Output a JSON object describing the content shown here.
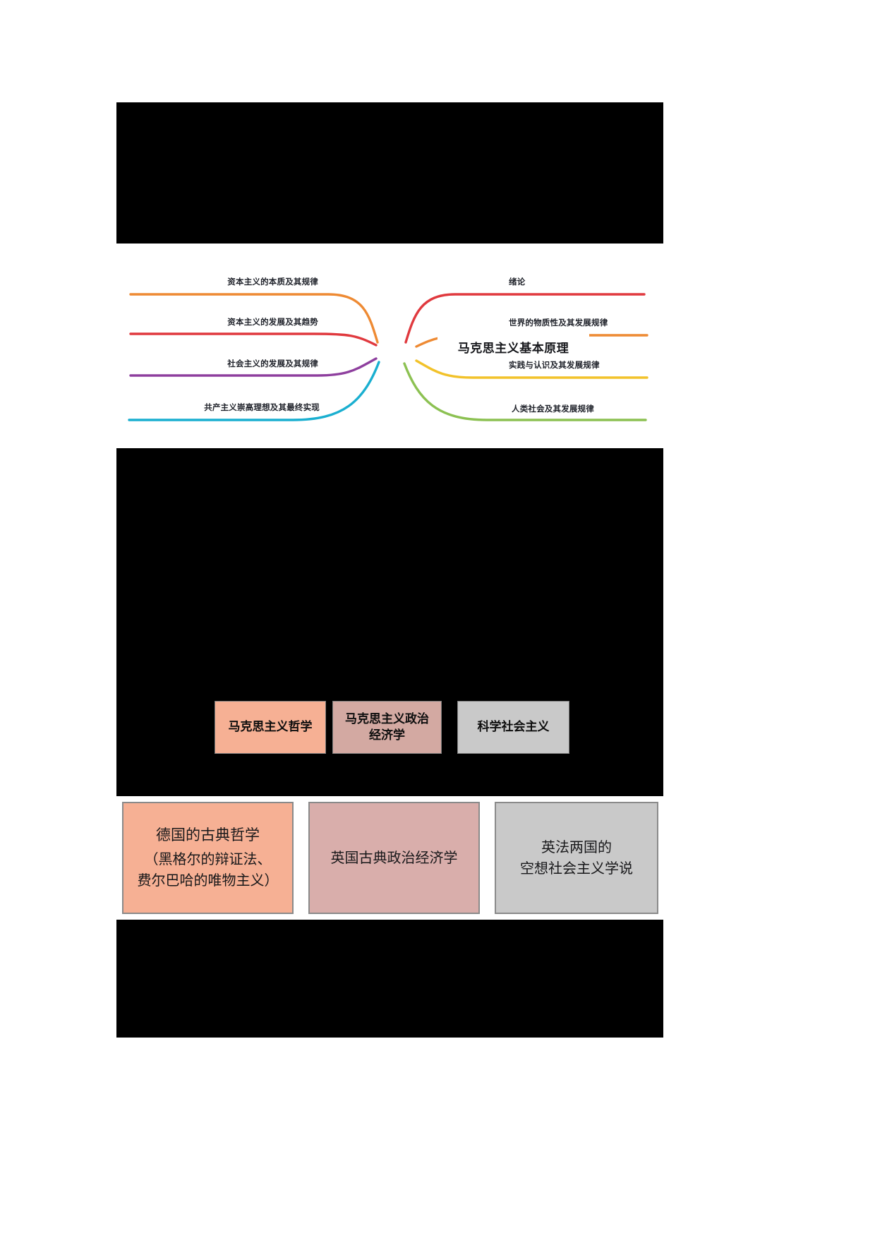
{
  "colors": {
    "page_background": "#ffffff",
    "canvas_background": "#000000",
    "panel_background": "#ffffff",
    "branch_orange": "#ee8a33",
    "branch_red": "#e0393e",
    "branch_purple": "#8e3f9e",
    "branch_cyan": "#1aafd0",
    "branch_amber": "#f0a830",
    "branch_yellow": "#f2c22a",
    "branch_green": "#8cc152",
    "box_salmon": "#f6b094",
    "box_rose": "#d3a9a2",
    "box_gray": "#c9c9c9",
    "text_dark": "#17181c"
  },
  "mindmap": {
    "center_label": "马克思主义基本原理",
    "left_branches": [
      {
        "label": "资本主义的本质及其规律",
        "color": "#ee8a33"
      },
      {
        "label": "资本主义的发展及其趋势",
        "color": "#e0393e"
      },
      {
        "label": "社会主义的发展及其规律",
        "color": "#8e3f9e"
      },
      {
        "label": "共产主义崇高理想及其最终实现",
        "color": "#1aafd0"
      }
    ],
    "right_branches": [
      {
        "label": "绪论",
        "color": "#e0393e"
      },
      {
        "label": "世界的物质性及其发展规律",
        "color": "#ee8a33"
      },
      {
        "label": "实践与认识及其发展规律",
        "color": "#f2c22a"
      },
      {
        "label": "人类社会及其发展规律",
        "color": "#8cc152"
      }
    ]
  },
  "components_row": {
    "items": [
      {
        "label": "马克思主义哲学",
        "color": "#f6b094"
      },
      {
        "label": "马克思主义政治经济学",
        "lines": [
          "马克思主义政治",
          "经济学"
        ],
        "color": "#d3a9a2"
      },
      {
        "label": "科学社会主义",
        "color": "#c9c9c9"
      }
    ]
  },
  "sources_row": {
    "items": [
      {
        "label": "德国的古典哲学（黑格尔的辩证法、费尔巴哈的唯物主义）",
        "lines": [
          "德国的古典哲学",
          "（黑格尔的辩证法、",
          "费尔巴哈的唯物主义）"
        ],
        "color": "#f6b094"
      },
      {
        "label": "英国古典政治经济学",
        "lines": [
          "英国古典政治经济学"
        ],
        "color": "#d9aeab"
      },
      {
        "label": "英法两国的空想社会主义学说",
        "lines": [
          "英法两国的",
          "空想社会主义学说"
        ],
        "color": "#c9c9c9"
      }
    ]
  }
}
